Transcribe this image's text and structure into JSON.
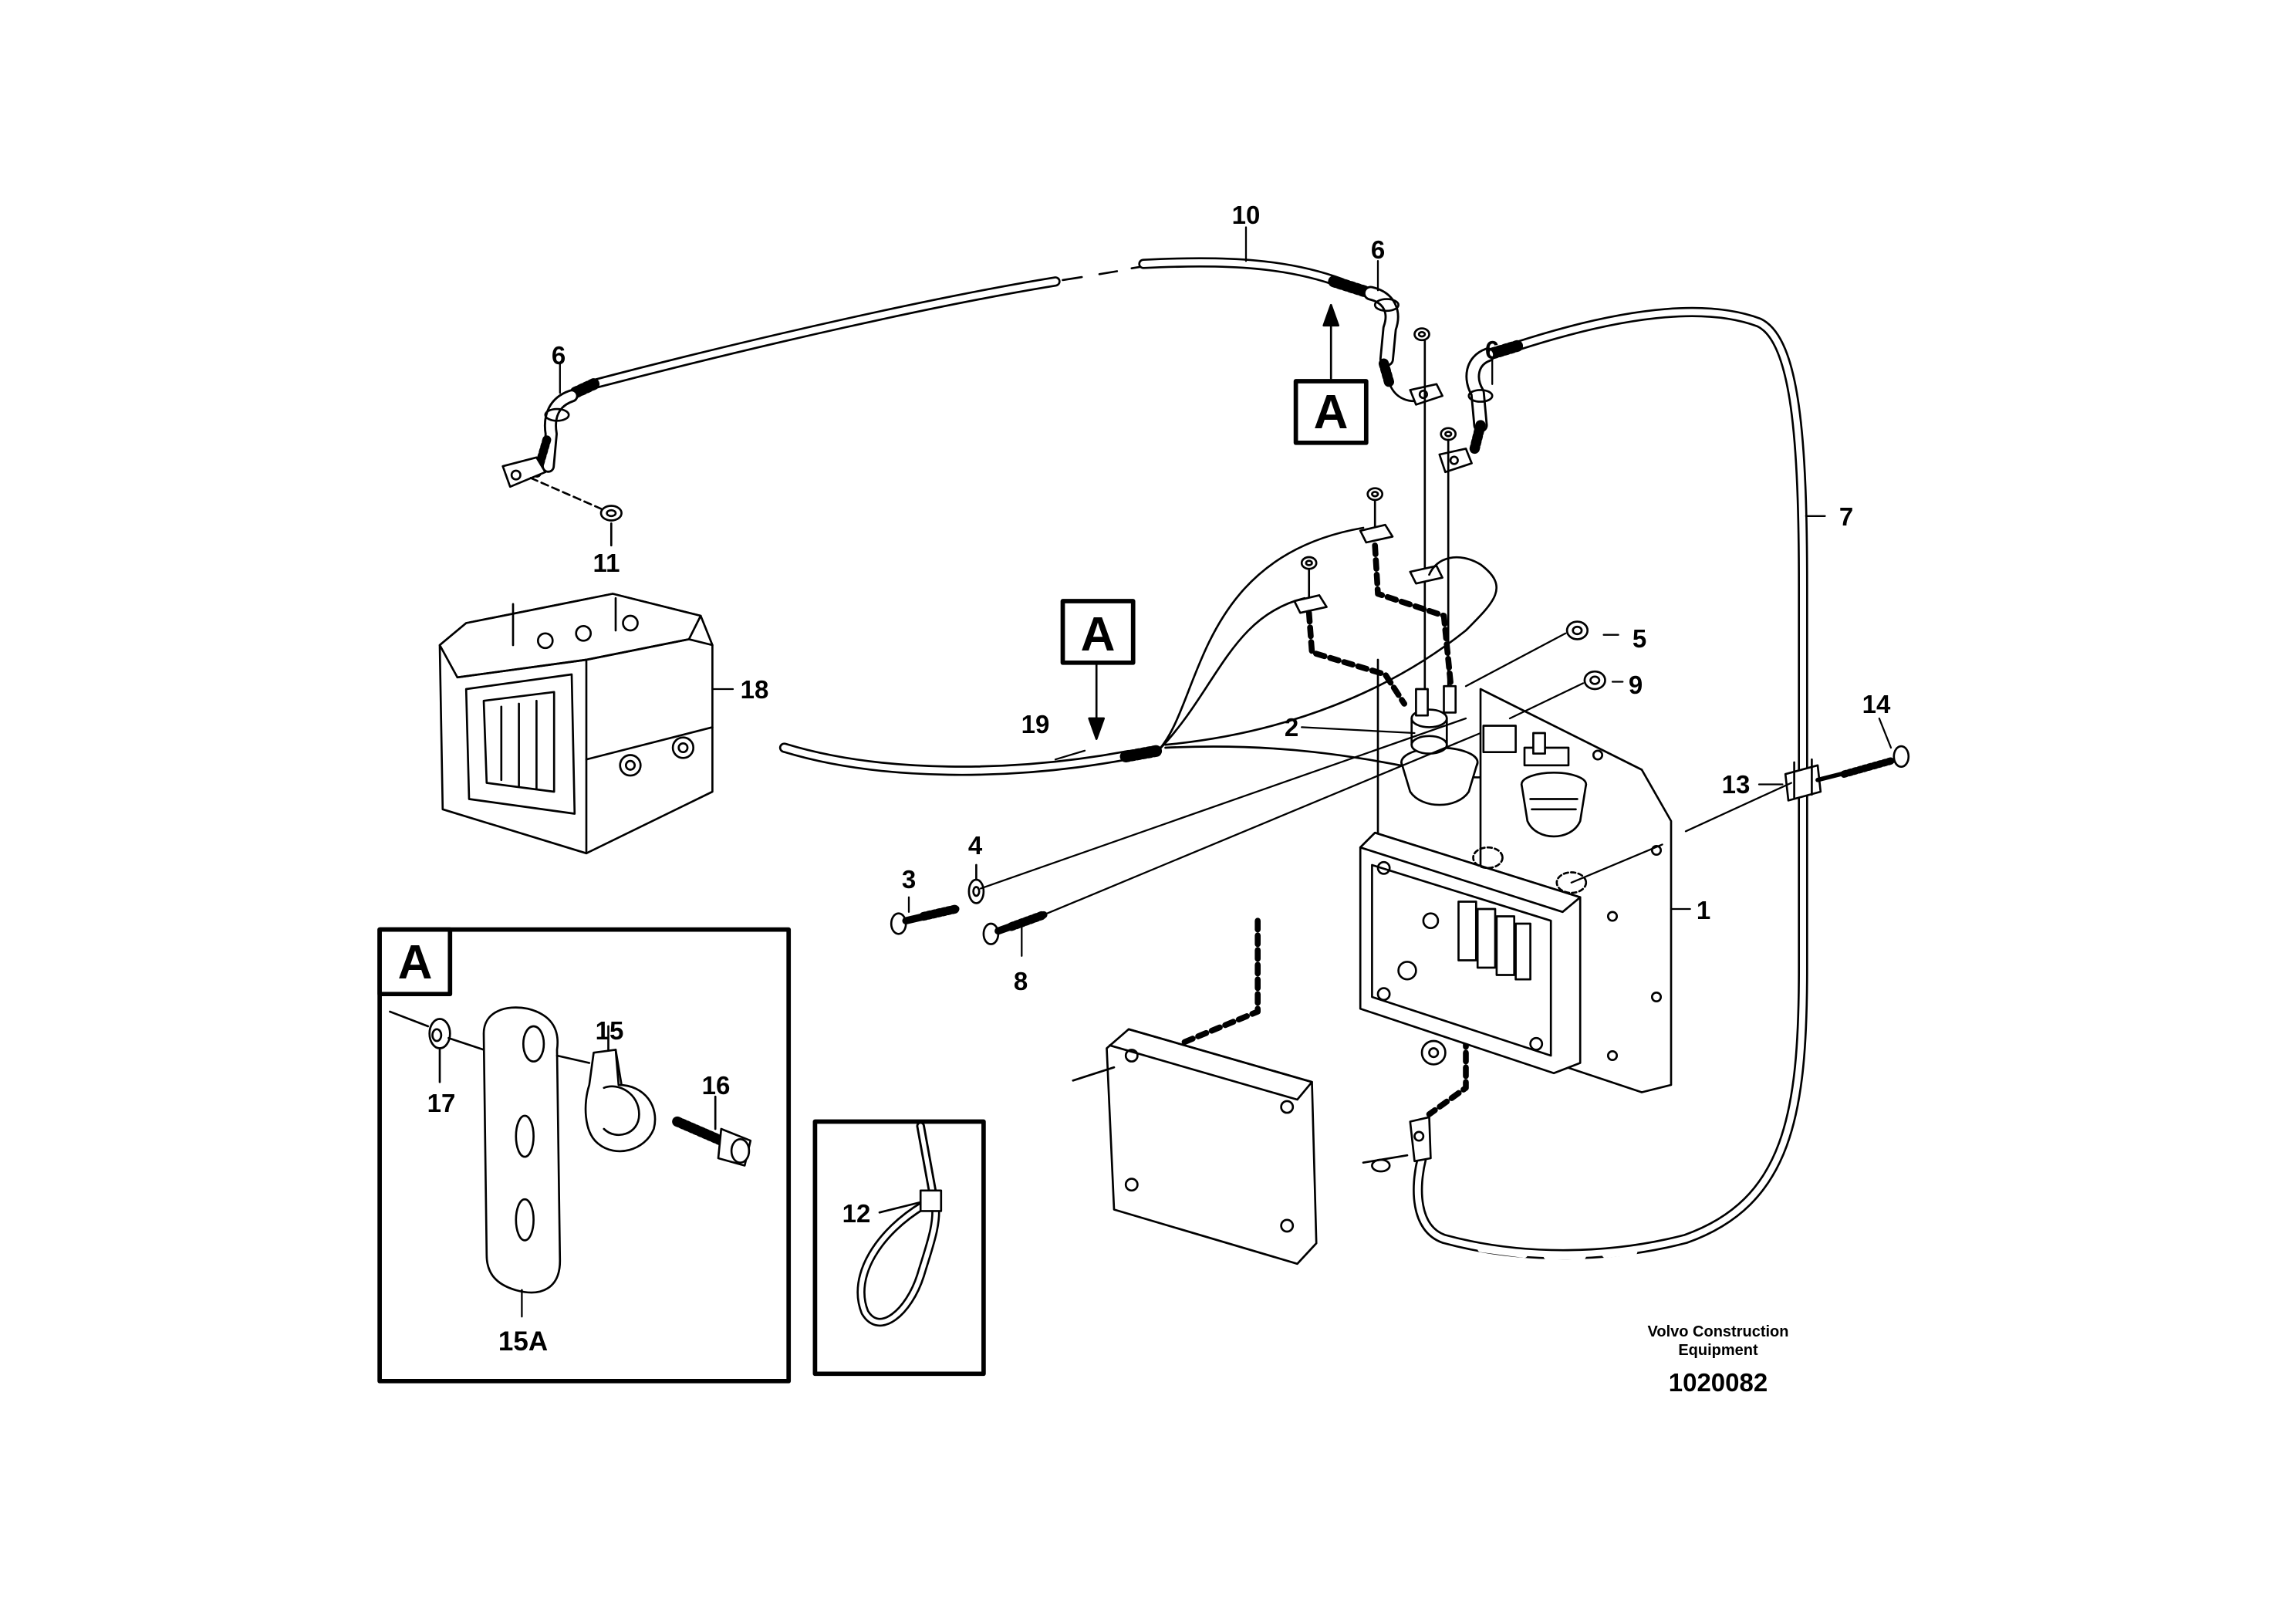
{
  "callouts": {
    "p1": "1",
    "p2": "2",
    "p3": "3",
    "p4": "4",
    "p5": "5",
    "p6a": "6",
    "p6b": "6",
    "p6c": "6",
    "p7": "7",
    "p8": "8",
    "p9": "9",
    "p10": "10",
    "p11": "11",
    "p12": "12",
    "p13": "13",
    "p14": "14",
    "p15": "15",
    "p15a": "15A",
    "p16": "16",
    "p17": "17",
    "p18": "18",
    "p19": "19"
  },
  "detail_flags": {
    "main_top": "A",
    "main_mid": "A",
    "inset": "A"
  },
  "footer": {
    "brand_line1": "Volvo Construction",
    "brand_line2": "Equipment",
    "drawing_number": "1020082"
  }
}
